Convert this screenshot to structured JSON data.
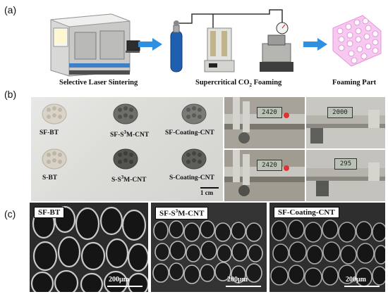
{
  "panel_labels": {
    "a": "(a)",
    "b": "(b)",
    "c": "(c)"
  },
  "process_steps": [
    {
      "label": "Selective Laser Sintering"
    },
    {
      "label_prefix": "Supercritical CO",
      "label_sub": "2",
      "label_suffix": " Foaming"
    },
    {
      "label": "Foaming Part"
    }
  ],
  "samples_top": [
    {
      "label": "SF-BT",
      "color": "#d9d3c8"
    },
    {
      "label_prefix": "SF-S",
      "label_sup": "3",
      "label_suffix": "M-CNT",
      "color": "#6e6e6a"
    },
    {
      "label": "SF-Coating-CNT",
      "color": "#7a7a76"
    }
  ],
  "samples_bottom": [
    {
      "label": "S-BT",
      "color": "#d7d1c6"
    },
    {
      "label_prefix": "S-S",
      "label_sup": "3",
      "label_suffix": "M-CNT",
      "color": "#55554f"
    },
    {
      "label": "S-Coating-CNT",
      "color": "#5f5f5a"
    }
  ],
  "scale_b": "1 cm",
  "calipers": [
    {
      "reading": "2420"
    },
    {
      "reading": "2000"
    },
    {
      "reading": "2420"
    },
    {
      "reading": "295"
    }
  ],
  "sem_images": [
    {
      "label": "SF-BT",
      "scale": "200μm"
    },
    {
      "label_prefix": "SF-S",
      "label_sup": "3",
      "label_suffix": "M-CNT",
      "scale": "200μm"
    },
    {
      "label": "SF-Coating-CNT",
      "scale": "200μm"
    }
  ],
  "colors": {
    "arrow": "#2f8fe0",
    "foam": "#f2a6e8",
    "cylinder": "#1f5fb0"
  }
}
